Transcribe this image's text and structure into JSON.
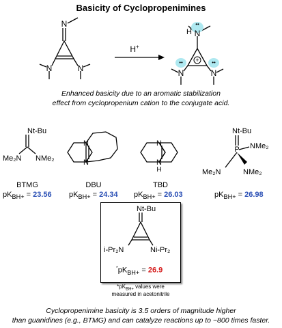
{
  "title": "Basicity of Cyclopropenimines",
  "reaction": {
    "arrow_label": "H",
    "arrow_label_sup": "+",
    "reactant": {
      "imine_n": "N",
      "left_n": "N",
      "right_n": "N"
    },
    "product": {
      "h": "H",
      "top_n": "N",
      "left_n": "N",
      "right_n": "N",
      "charge": "+",
      "dots": "••"
    }
  },
  "caption_1": "Enhanced basicity due to an aromatic stabilization",
  "caption_2": "effect from cyclopropenium cation to the conjugate acid.",
  "compounds": [
    {
      "name": "BTMG",
      "pk_prefix": "pK",
      "pk_sub": "BH+",
      "pk_eq": " = ",
      "pk_value": "23.56",
      "atoms": {
        "top": "Nt-Bu",
        "left": "Me₂N",
        "right": "NMe₂"
      }
    },
    {
      "name": "DBU",
      "pk_prefix": "pK",
      "pk_sub": "BH+",
      "pk_eq": " = ",
      "pk_value": "24.34",
      "atoms": {
        "n1": "N",
        "n2": "N"
      }
    },
    {
      "name": "TBD",
      "pk_prefix": "pK",
      "pk_sub": "BH+",
      "pk_eq": " = ",
      "pk_value": "26.03",
      "atoms": {
        "n1": "N",
        "n2": "N",
        "nh": "H"
      }
    },
    {
      "name": "",
      "pk_prefix": "pK",
      "pk_sub": "BH+",
      "pk_eq": " = ",
      "pk_value": "26.98",
      "atoms": {
        "top": "Nt-Bu",
        "p": "P",
        "left": "Me₂N",
        "right": "NMe₂",
        "bottom": "NMe₂"
      }
    }
  ],
  "featured": {
    "atoms": {
      "top": "Nt-Bu",
      "left": "i-Pr₂N",
      "right": "Ni-Pr₂"
    },
    "pk_star": "*",
    "pk_prefix": "pK",
    "pk_sub": "BH+",
    "pk_eq": " = ",
    "pk_value": "26.9"
  },
  "footnote_1_pre": "*pK",
  "footnote_1_sub": "BH+",
  "footnote_1_post": " values were",
  "footnote_2": "measured in acetonitrile",
  "conclusion_1": "Cyclopropenimine basicity is 3.5 orders of magnitude higher",
  "conclusion_2": "than guanidines (e.g., BTMG) and can catalyze reactions up to ~800 times faster.",
  "colors": {
    "pk_value": "#2a4fb5",
    "featured_value": "#d61f1f",
    "lone_pair_highlight": "#aee8f0"
  }
}
